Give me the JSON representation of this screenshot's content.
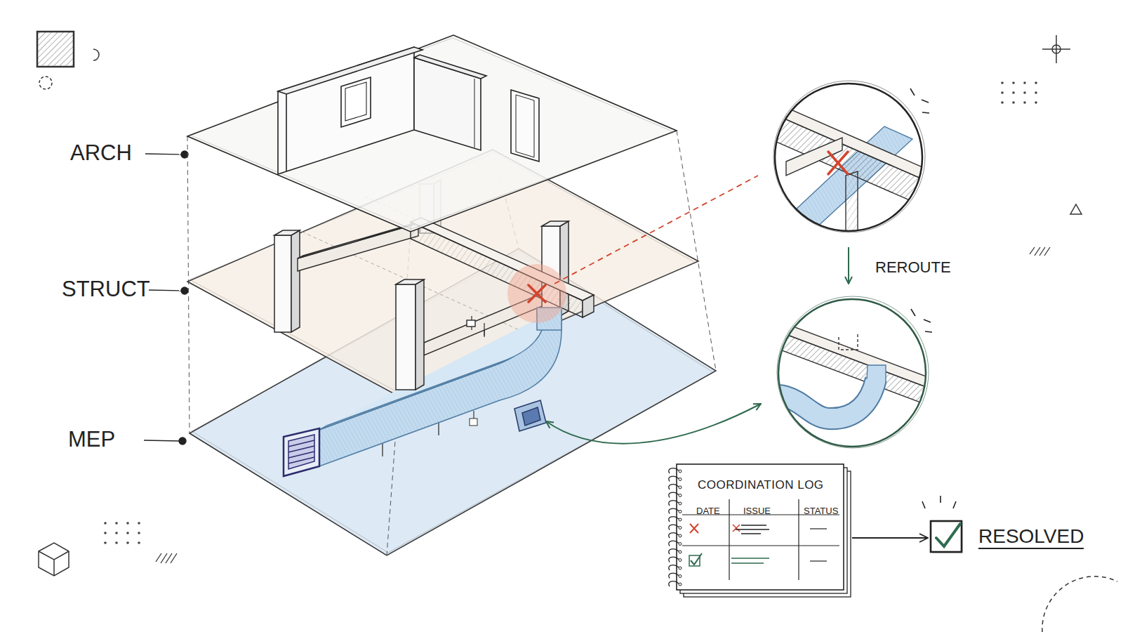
{
  "diagram": {
    "nodes": [
      {
        "text": [
          "COORDINATION LOG"
        ]
      },
      {
        "text": [
          "RESOLVED"
        ]
      }
    ],
    "edges": [
      {
        "from": 0,
        "to": 1,
        "arrow": "to"
      }
    ],
    "labels": [
      "ARCH",
      "STRUCT",
      "MEP",
      "REROUTE",
      "DATE",
      "ISSUE",
      "STATUS"
    ]
  }
}
